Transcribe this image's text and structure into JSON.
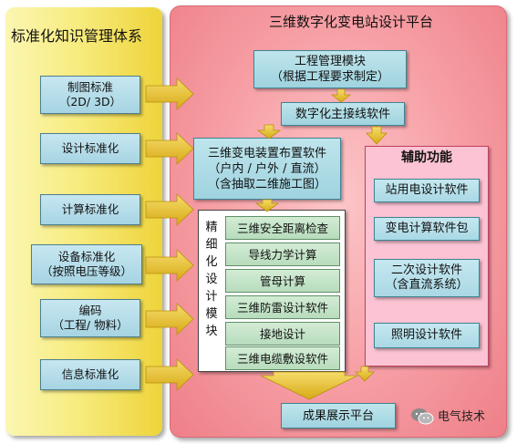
{
  "left_panel": {
    "title": "标准化知识管理体系",
    "items": [
      {
        "line1": "制图标准",
        "line2": "（2D/ 3D）"
      },
      {
        "line1": "设计标准化",
        "line2": ""
      },
      {
        "line1": "计算标准化",
        "line2": ""
      },
      {
        "line1": "设备标准化",
        "line2": "（按照电压等级）"
      },
      {
        "line1": "编码",
        "line2": "（工程/ 物料）"
      },
      {
        "line1": "信息标准化",
        "line2": ""
      }
    ]
  },
  "right_panel": {
    "title": "三维数字化变电站设计平台",
    "engineering": {
      "line1": "工程管理模块",
      "line2": "（根据工程要求制定）"
    },
    "wiring": "数字化主接线软件",
    "layout": {
      "line1": "三维变电装置布置软件",
      "line2": "（户内 / 户外 / 直流）",
      "line3": "（含抽取二维施工图）"
    },
    "refine": {
      "label": "精\n细\n化\n设\n计\n模\n块",
      "items": [
        "三维安全距离检查",
        "导线力学计算",
        "管母计算",
        "三维防雷设计软件",
        "接地设计",
        "三维电缆敷设软件"
      ]
    },
    "aux": {
      "title": "辅助功能",
      "items": [
        {
          "line1": "站用电设计软件",
          "line2": ""
        },
        {
          "line1": "变电计算软件包",
          "line2": ""
        },
        {
          "line1": "二次设计软件",
          "line2": "（含直流系统）"
        },
        {
          "line1": "照明设计软件",
          "line2": ""
        }
      ]
    },
    "result": "成果展示平台"
  },
  "watermark": {
    "text": "电气技术",
    "icon": "wechat-icon"
  },
  "colors": {
    "yellow_panel": "#f7ec80",
    "pink_panel": "#f69da3",
    "box_blue": "#a6d4e3",
    "box_green": "#b7dcbc",
    "aux_pink": "#fbc3d3",
    "arrow_gold": "#e8c12e"
  }
}
